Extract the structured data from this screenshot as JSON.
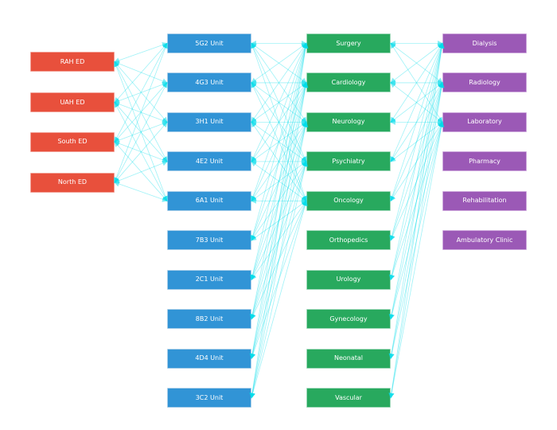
{
  "figure": {
    "background": "#ffffff",
    "title": ""
  },
  "diagram": {
    "edge_color": "#00dcea",
    "arrowhead": "double-ended",
    "columns": [
      {
        "id": "emergency-departments",
        "fill": "#e8503c",
        "border": "#f2a095",
        "nodes": [
          {
            "label": "RAH ED",
            "row": 0.47
          },
          {
            "label": "UAH ED",
            "row": 1.5
          },
          {
            "label": "South ED",
            "row": 2.5
          },
          {
            "label": "North ED",
            "row": 3.53
          }
        ]
      },
      {
        "id": "inpatient-units",
        "fill": "#3194d6",
        "border": "#a6cde9",
        "nodes": [
          {
            "label": "5G2 Unit",
            "row": 0
          },
          {
            "label": "4G3 Unit",
            "row": 1
          },
          {
            "label": "3H1 Unit",
            "row": 2
          },
          {
            "label": "4E2 Unit",
            "row": 3
          },
          {
            "label": "6A1 Unit",
            "row": 4
          },
          {
            "label": "7B3 Unit",
            "row": 5
          },
          {
            "label": "2C1 Unit",
            "row": 6
          },
          {
            "label": "8B2 Unit",
            "row": 7
          },
          {
            "label": "4D4 Unit",
            "row": 8
          },
          {
            "label": "3C2 Unit",
            "row": 9
          }
        ]
      },
      {
        "id": "clinical-services",
        "fill": "#28a95e",
        "border": "#9fd9ba",
        "nodes": [
          {
            "label": "Surgery",
            "row": 0
          },
          {
            "label": "Cardiology",
            "row": 1
          },
          {
            "label": "Neurology",
            "row": 2
          },
          {
            "label": "Psychiatry",
            "row": 3
          },
          {
            "label": "Oncology",
            "row": 4
          },
          {
            "label": "Orthopedics",
            "row": 5
          },
          {
            "label": "Urology",
            "row": 6
          },
          {
            "label": "Gynecology",
            "row": 7
          },
          {
            "label": "Neonatal",
            "row": 8
          },
          {
            "label": "Vascular",
            "row": 9
          }
        ]
      },
      {
        "id": "support-services",
        "fill": "#9b59b6",
        "border": "#cda8dc",
        "nodes": [
          {
            "label": "Dialysis",
            "row": 0
          },
          {
            "label": "Radiology",
            "row": 1
          },
          {
            "label": "Laboratory",
            "row": 2
          },
          {
            "label": "Pharmacy",
            "row": 3
          },
          {
            "label": "Rehabilitation",
            "row": 4
          },
          {
            "label": "Ambulatory Clinic",
            "row": 5
          }
        ]
      }
    ],
    "edges": [
      {
        "from": "RAH ED",
        "to": [
          "5G2 Unit",
          "4G3 Unit",
          "3H1 Unit",
          "4E2 Unit",
          "6A1 Unit"
        ]
      },
      {
        "from": "UAH ED",
        "to": [
          "5G2 Unit",
          "4G3 Unit",
          "3H1 Unit",
          "4E2 Unit",
          "6A1 Unit"
        ]
      },
      {
        "from": "South ED",
        "to": [
          "5G2 Unit",
          "4G3 Unit",
          "3H1 Unit",
          "4E2 Unit",
          "6A1 Unit"
        ]
      },
      {
        "from": "North ED",
        "to": [
          "5G2 Unit",
          "4G3 Unit",
          "3H1 Unit",
          "4E2 Unit",
          "6A1 Unit"
        ]
      },
      {
        "from": "5G2 Unit",
        "to": [
          "Surgery",
          "Cardiology",
          "Neurology",
          "Psychiatry",
          "Oncology"
        ]
      },
      {
        "from": "4G3 Unit",
        "to": [
          "Surgery",
          "Cardiology",
          "Neurology",
          "Psychiatry",
          "Oncology"
        ]
      },
      {
        "from": "3H1 Unit",
        "to": [
          "Surgery",
          "Cardiology",
          "Neurology",
          "Psychiatry",
          "Oncology"
        ]
      },
      {
        "from": "4E2 Unit",
        "to": [
          "Surgery",
          "Cardiology",
          "Neurology",
          "Psychiatry",
          "Oncology"
        ]
      },
      {
        "from": "6A1 Unit",
        "to": [
          "Surgery",
          "Cardiology",
          "Neurology",
          "Psychiatry",
          "Oncology"
        ]
      },
      {
        "from": "7B3 Unit",
        "to": [
          "Surgery",
          "Cardiology",
          "Neurology",
          "Psychiatry",
          "Oncology"
        ]
      },
      {
        "from": "2C1 Unit",
        "to": [
          "Surgery",
          "Cardiology",
          "Neurology",
          "Psychiatry",
          "Oncology"
        ]
      },
      {
        "from": "8B2 Unit",
        "to": [
          "Surgery",
          "Cardiology",
          "Neurology",
          "Psychiatry",
          "Oncology"
        ]
      },
      {
        "from": "4D4 Unit",
        "to": [
          "Surgery",
          "Cardiology",
          "Neurology",
          "Psychiatry",
          "Oncology"
        ]
      },
      {
        "from": "3C2 Unit",
        "to": [
          "Surgery",
          "Cardiology",
          "Neurology",
          "Psychiatry",
          "Oncology"
        ]
      },
      {
        "from": "Surgery",
        "to": [
          "Dialysis",
          "Radiology",
          "Laboratory"
        ]
      },
      {
        "from": "Cardiology",
        "to": [
          "Dialysis",
          "Radiology",
          "Laboratory"
        ]
      },
      {
        "from": "Neurology",
        "to": [
          "Dialysis",
          "Radiology",
          "Laboratory"
        ]
      },
      {
        "from": "Psychiatry",
        "to": [
          "Dialysis",
          "Radiology",
          "Laboratory"
        ]
      },
      {
        "from": "Oncology",
        "to": [
          "Dialysis",
          "Radiology",
          "Laboratory"
        ]
      },
      {
        "from": "Orthopedics",
        "to": [
          "Dialysis",
          "Radiology",
          "Laboratory"
        ]
      },
      {
        "from": "Urology",
        "to": [
          "Dialysis",
          "Radiology",
          "Laboratory"
        ]
      },
      {
        "from": "Gynecology",
        "to": [
          "Dialysis",
          "Radiology",
          "Laboratory"
        ]
      },
      {
        "from": "Neonatal",
        "to": [
          "Dialysis",
          "Radiology",
          "Laboratory"
        ]
      },
      {
        "from": "Vascular",
        "to": [
          "Dialysis",
          "Radiology",
          "Laboratory"
        ]
      }
    ]
  }
}
